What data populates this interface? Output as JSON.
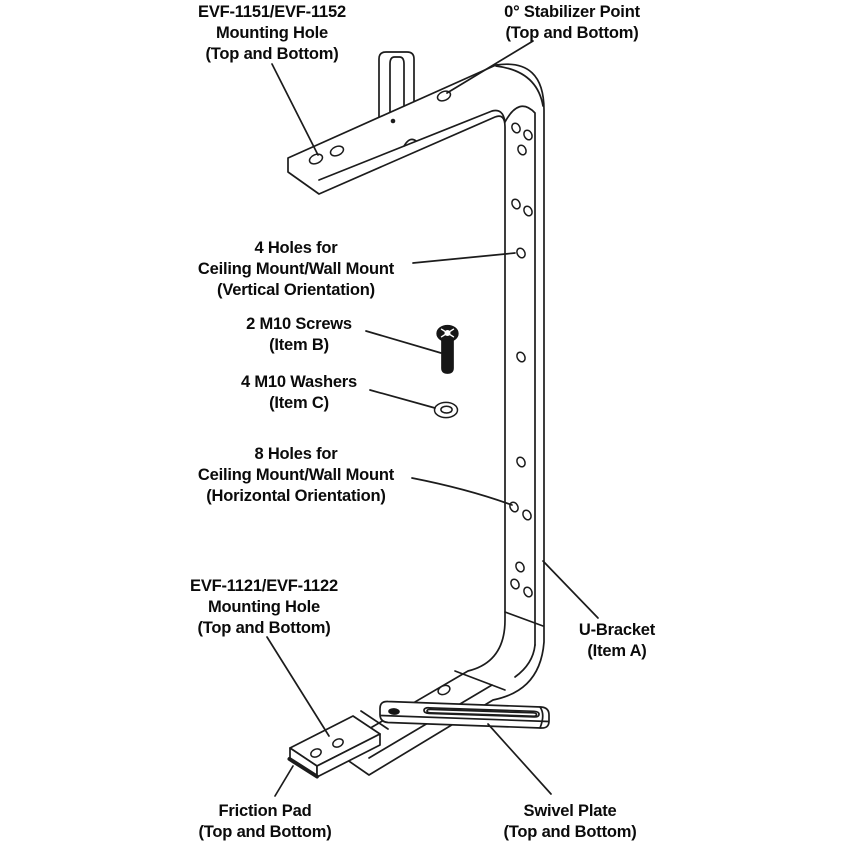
{
  "figure": {
    "description": "U-Bracket exploded mounting diagram",
    "colors": {
      "background": "#ffffff",
      "line": "#1c1c1c",
      "text": "#0b0b0b"
    }
  },
  "labels": {
    "evf1151": {
      "lines": [
        "EVF-1151/EVF-1152",
        "Mounting Hole",
        "(Top and Bottom)"
      ]
    },
    "stabilizer": {
      "lines": [
        "0° Stabilizer Point",
        "(Top and Bottom)"
      ]
    },
    "holes_vertical": {
      "lines": [
        "4 Holes for",
        "Ceiling Mount/Wall Mount",
        "(Vertical Orientation)"
      ]
    },
    "screws": {
      "lines": [
        "2 M10 Screws",
        "(Item B)"
      ]
    },
    "washers": {
      "lines": [
        "4 M10 Washers",
        "(Item C)"
      ]
    },
    "holes_horizontal": {
      "lines": [
        "8 Holes for",
        "Ceiling Mount/Wall Mount",
        "(Horizontal Orientation)"
      ]
    },
    "evf1121": {
      "lines": [
        "EVF-1121/EVF-1122",
        "Mounting Hole",
        "(Top and Bottom)"
      ]
    },
    "ubracket": {
      "lines": [
        "U-Bracket",
        "(Item A)"
      ]
    },
    "friction": {
      "lines": [
        "Friction Pad",
        "(Top and Bottom)"
      ]
    },
    "swivel": {
      "lines": [
        "Swivel Plate",
        "(Top and Bottom)"
      ]
    }
  }
}
